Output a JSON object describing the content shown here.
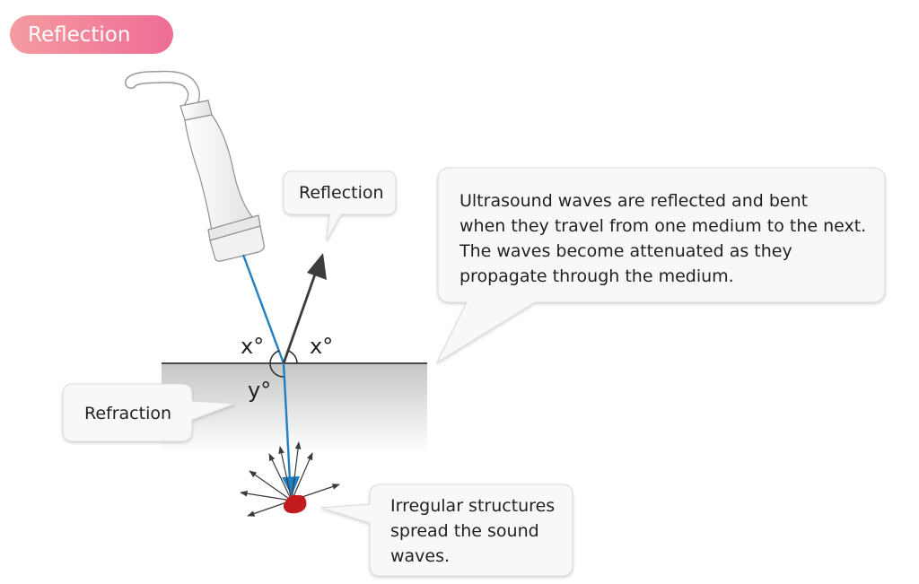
{
  "title": "Reflection",
  "callouts": {
    "reflection": "Reflection",
    "main_text": "Ultrasound waves are reflected and bent when they travel from one medium to the next. The waves become attenuated as they propagate through the medium.",
    "main_lines": [
      "Ultrasound waves are reflected and bent",
      "when they travel from one medium to the next.",
      "The waves become attenuated as they",
      "propagate through the medium."
    ],
    "refraction": "Refraction",
    "irregular_lines": [
      "Irregular structures",
      "spread the sound",
      "waves."
    ]
  },
  "angles": {
    "incident": "x°",
    "reflected": "x°",
    "refracted": "y°"
  },
  "colors": {
    "title_gradient_start": "#f59ba0",
    "title_gradient_end": "#ee6d96",
    "beam": "#1f7fc5",
    "reflected_arrow": "#3c3c3c",
    "structure": "#c31a1f",
    "bubble_fill": "#f7f8f9",
    "bubble_stroke": "#d6d8db",
    "medium_gradient_top": "#c9c9c9",
    "medium_gradient_bottom": "#ffffff"
  },
  "icons": {
    "transducer": "ultrasound-probe-icon",
    "structure": "irregular-structure-icon"
  }
}
